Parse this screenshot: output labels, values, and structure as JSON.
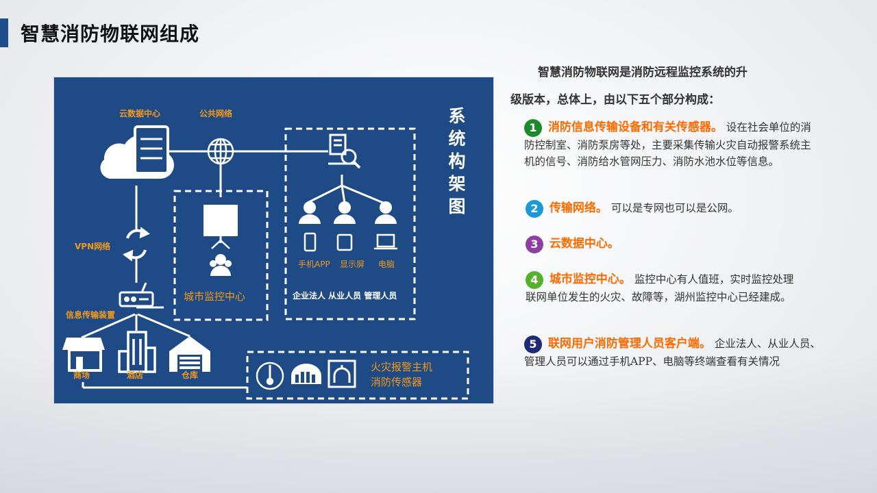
{
  "title": "智慧消防物联网组成",
  "diagram": {
    "vertical_title": "系统构架图",
    "labels": {
      "cloud": "云数据中心",
      "public_network": "公共网络",
      "vpn": "VPN网络",
      "info_device": "信息传输装置",
      "mall": "商场",
      "hotel": "酒店",
      "warehouse": "仓库",
      "city_center": "城市监控中心",
      "phone": "手机APP",
      "screen": "显示屏",
      "computer": "电脑",
      "users": "企业法人 从业人员 管理人员",
      "alarm_line1": "火灾报警主机",
      "alarm_line2": "消防传感器"
    }
  },
  "intro": {
    "line1": "智慧消防物联网是消防远程监控系统的升",
    "line2": "级版本，总体上，由以下五个部分构成："
  },
  "items": [
    {
      "num": "1",
      "color": "#1e8a2e",
      "head": "消防信息传输设备和有关传感器。",
      "body": "设在社会单位的消防控制室、消防泵房等处，主要采集传输火灾自动报警系统主机的信号、消防给水管网压力、消防水池水位等信息。"
    },
    {
      "num": "2",
      "color": "#1b9ad6",
      "head": "传输网络。",
      "body": "可以是专网也可以是公网。"
    },
    {
      "num": "3",
      "color": "#8e3fa3",
      "head": "云数据中心。",
      "body": ""
    },
    {
      "num": "4",
      "color": "#58b02f",
      "head": "城市监控中心。",
      "body": "监控中心有人值班，实时监控处理联网单位发生的火灾、故障等，湖州监控中心已经建成。"
    },
    {
      "num": "5",
      "color": "#1c2a78",
      "head": "联网用户消防管理人员客户端。",
      "body": "企业法人、从业人员、管理人员可以通过手机APP、电脑等终端查看有关情况"
    }
  ]
}
